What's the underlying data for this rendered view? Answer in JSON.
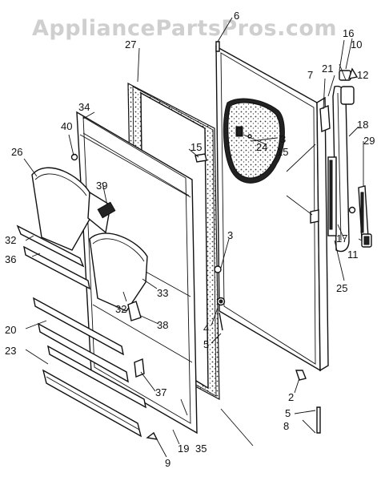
{
  "watermark": "AppliancePartsPros.com",
  "callouts": {
    "p2": "2",
    "p3a": "3",
    "p3b": "3",
    "p4": "4",
    "p5a": "5",
    "p5b": "5",
    "p6": "6",
    "p7": "7",
    "p8": "8",
    "p9": "9",
    "p10": "10",
    "p11": "11",
    "p12": "12",
    "p15a": "15",
    "p15b": "15",
    "p16": "16",
    "p17": "17",
    "p18": "18",
    "p19": "19",
    "p20": "20",
    "p21": "21",
    "p23": "23",
    "p24": "24",
    "p25": "25",
    "p26": "26",
    "p27": "27",
    "p29": "29",
    "p32a": "32",
    "p32b": "32",
    "p33": "33",
    "p34": "34",
    "p35": "35",
    "p36": "36",
    "p37": "37",
    "p38": "38",
    "p39": "39",
    "p40": "40"
  }
}
